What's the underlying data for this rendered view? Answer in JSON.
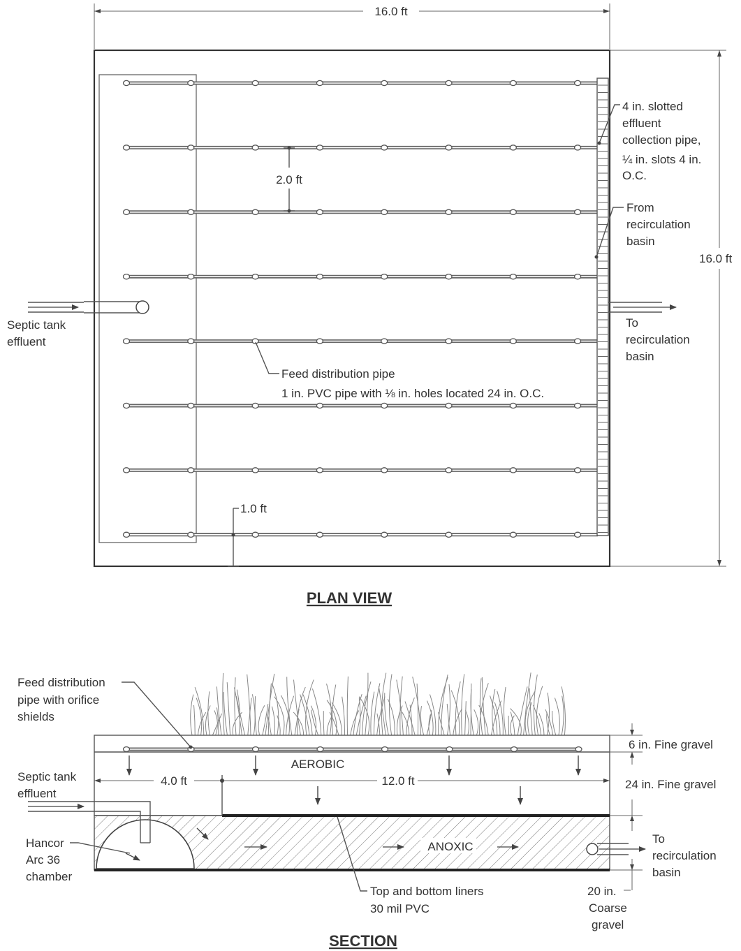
{
  "plan": {
    "title": "PLAN VIEW",
    "dim_width": "16.0 ft",
    "dim_height": "16.0 ft",
    "dim_spacing": "2.0 ft",
    "dim_edge": "1.0 ft",
    "collection_pipe_lines": [
      "4 in. slotted",
      "effluent",
      "collection pipe,",
      "¼ in. slots 4 in.",
      "O.C."
    ],
    "recirc_from_lines": [
      "From",
      "recirculation",
      "basin"
    ],
    "to_recirc_lines": [
      "To",
      "recirculation",
      "basin"
    ],
    "septic_lines": [
      "Septic tank",
      "effluent"
    ],
    "feed_pipe_title": "Feed distribution pipe",
    "feed_pipe_spec": "1 in. PVC pipe with ⅛ in. holes located 24 in. O.C.",
    "pipe_count": 8,
    "orifices_per_pipe": 8
  },
  "section": {
    "title": "SECTION",
    "feed_pipe_lines": [
      "Feed distribution",
      "pipe with orifice",
      "shields"
    ],
    "septic_lines": [
      "Septic tank",
      "effluent"
    ],
    "hancor_lines": [
      "Hancor",
      "Arc 36",
      "chamber"
    ],
    "aerobic": "AEROBIC",
    "anoxic": "ANOXIC",
    "dim_left": "4.0 ft",
    "dim_right": "12.0 ft",
    "layer_fine_6": "6 in. Fine gravel",
    "layer_fine_24": "24 in. Fine gravel",
    "to_recirc_lines": [
      "To",
      "recirculation",
      "basin"
    ],
    "coarse_lines": [
      "20 in.",
      "Coarse",
      "gravel"
    ],
    "liner_lines": [
      "Top and bottom liners",
      "30 mil PVC"
    ]
  }
}
